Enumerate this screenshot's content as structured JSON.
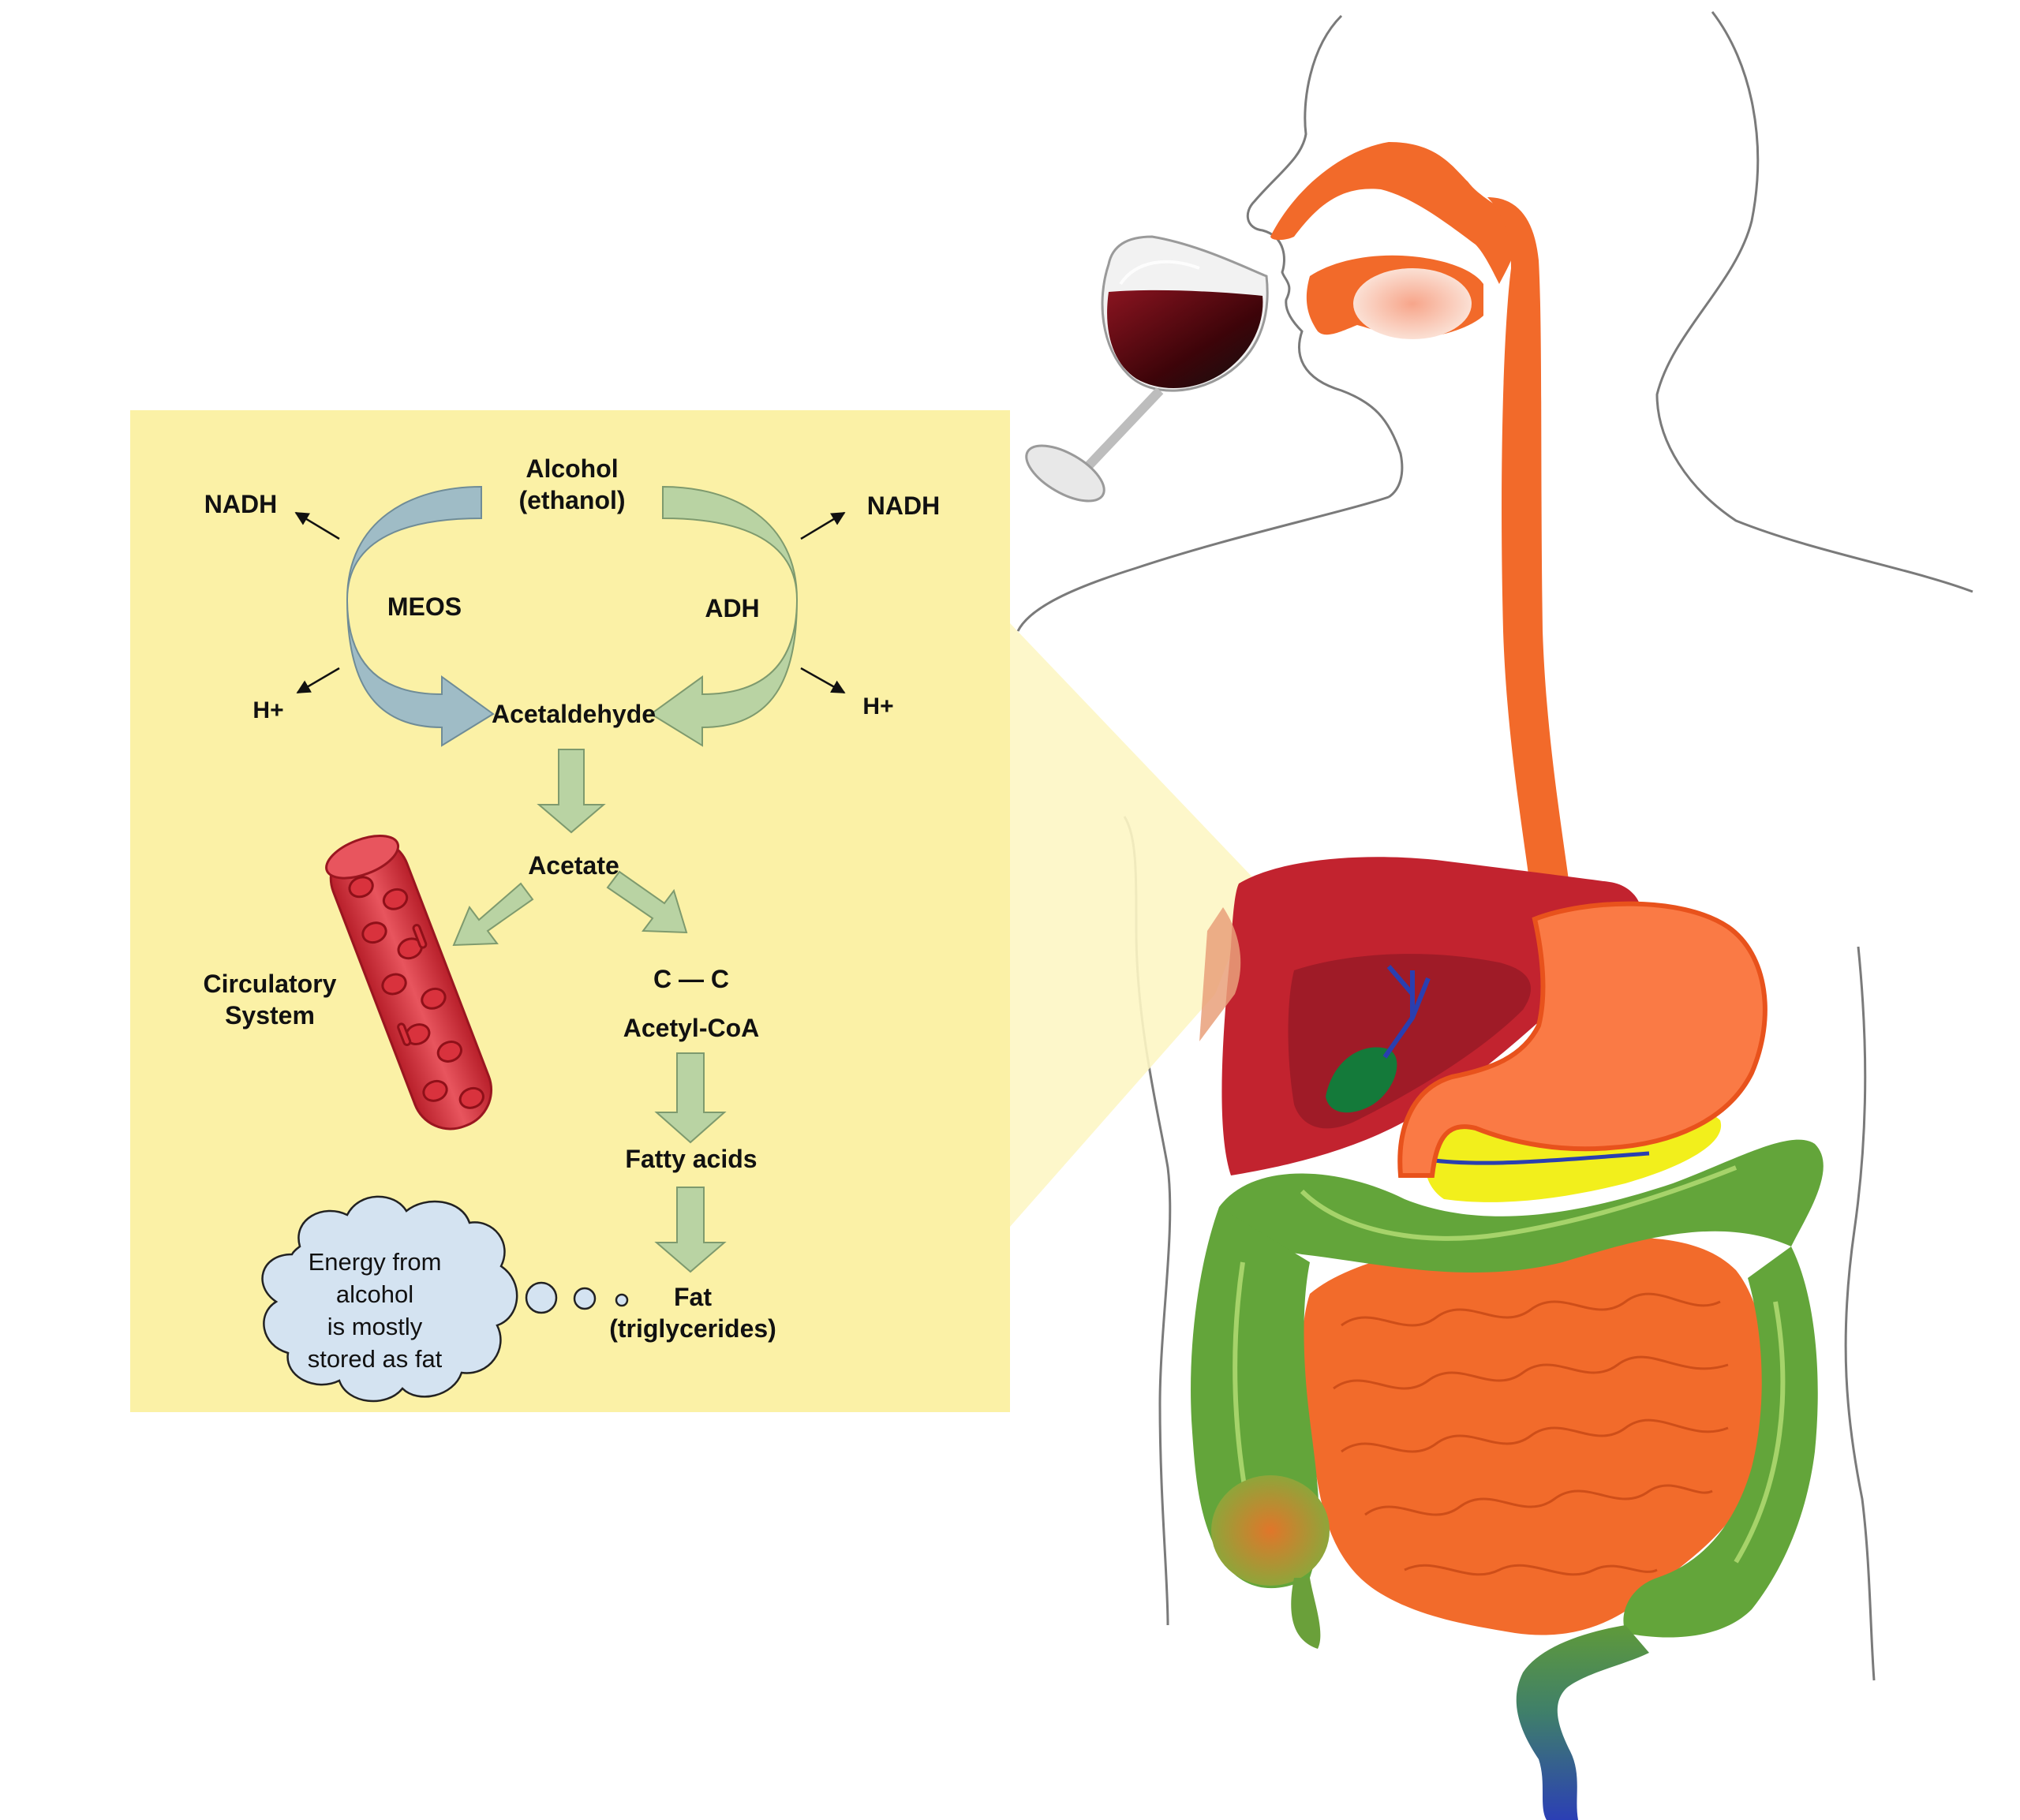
{
  "colors": {
    "panel": "#fbf1a6",
    "panel_beam": "#fdf6c4",
    "arrow_green": "#b9d3a3",
    "meos_arrow": "#9fbcc6",
    "esophagus": "#f26a2a",
    "stomach": "#fa7a45",
    "liver": "#c2232f",
    "colon": "#63a53a",
    "small_intestine": "#f26b2b",
    "pancreas": "#f2ef1c",
    "gallbladder": "#147a3a",
    "blood_vessel": "#d52b35",
    "thought_bubble": "#d4e3f1",
    "wine": "#6b0b14",
    "body_outline": "#7a7a7a"
  },
  "labels": {
    "alcohol_line1": "Alcohol",
    "alcohol_line2": "(ethanol)",
    "nadh_left": "NADH",
    "nadh_right": "NADH",
    "meos": "MEOS",
    "adh": "ADH",
    "h_left": "H+",
    "h_right": "H+",
    "acetaldehyde": "Acetaldehyde",
    "acetate": "Acetate",
    "circulatory_line1": "Circulatory",
    "circulatory_line2": "System",
    "cc": "C — C",
    "acetyl_coa": "Acetyl-CoA",
    "fatty_acids": "Fatty acids",
    "fat_line1": "Fat",
    "fat_line2": "(triglycerides)",
    "bubble_line1": "Energy from",
    "bubble_line2": "alcohol",
    "bubble_line3": "is mostly",
    "bubble_line4": "stored as fat"
  }
}
